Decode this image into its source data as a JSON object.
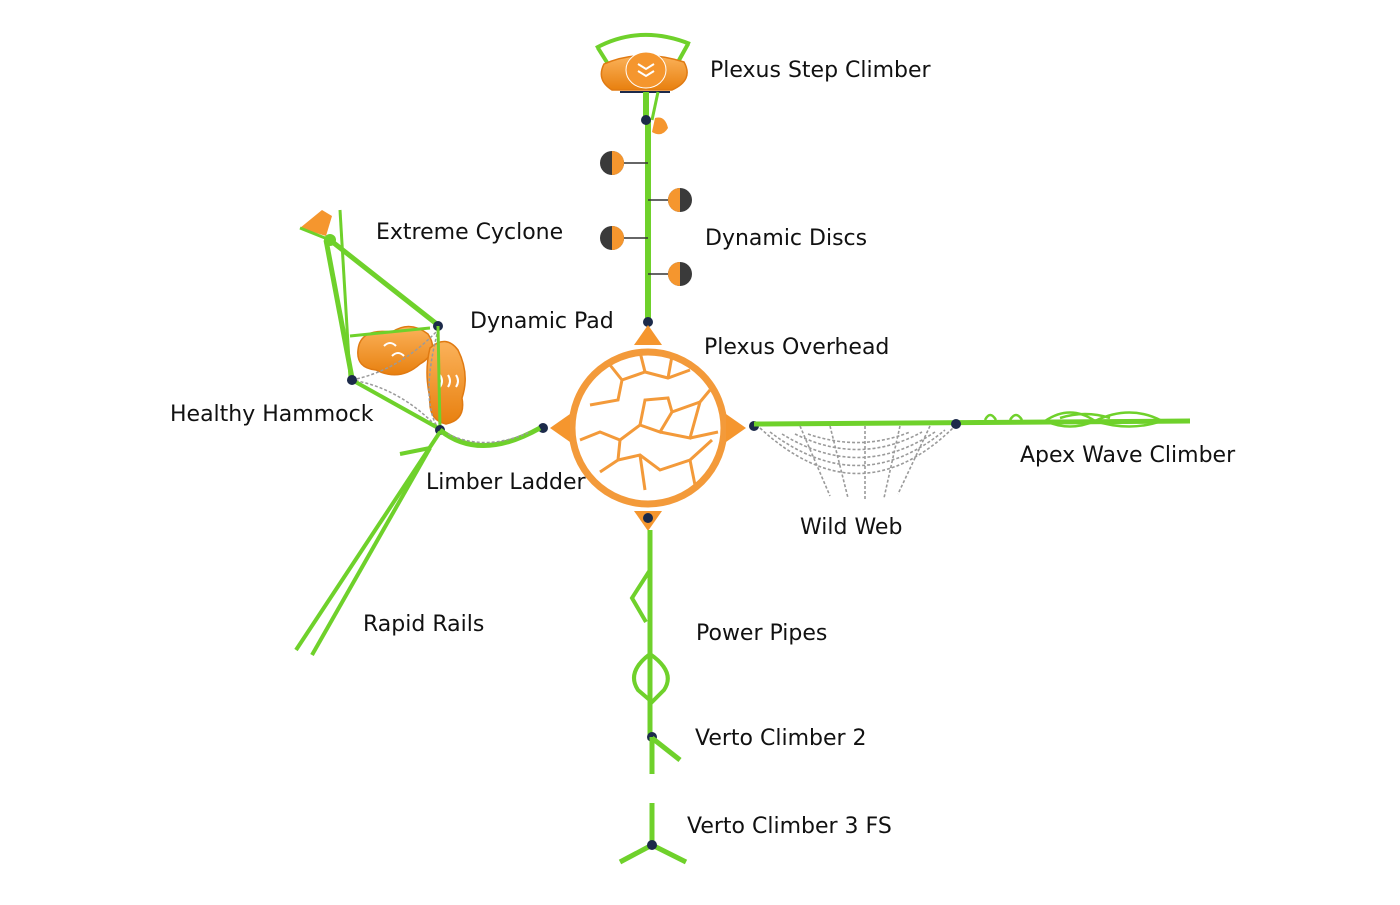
{
  "colors": {
    "frame_green": "#6fd12b",
    "frame_green_dark": "#3f9a16",
    "panel_orange": "#f59a3b",
    "panel_orange_dark": "#e07a12",
    "joint_navy": "#1c2a4a",
    "disc_dark": "#3a3a3a",
    "rope_gray": "#9a9a9a"
  },
  "labels": {
    "plexus_step_climber": "Plexus Step Climber",
    "dynamic_discs": "Dynamic Discs",
    "extreme_cyclone": "Extreme Cyclone",
    "dynamic_pad": "Dynamic Pad",
    "plexus_overhead": "Plexus Overhead",
    "healthy_hammock": "Healthy Hammock",
    "limber_ladder": "Limber Ladder",
    "apex_wave_climber": "Apex Wave Climber",
    "wild_web": "Wild Web",
    "rapid_rails": "Rapid Rails",
    "power_pipes": "Power Pipes",
    "verto_climber_2": "Verto Climber 2",
    "verto_climber_3fs": "Verto Climber 3 FS"
  }
}
